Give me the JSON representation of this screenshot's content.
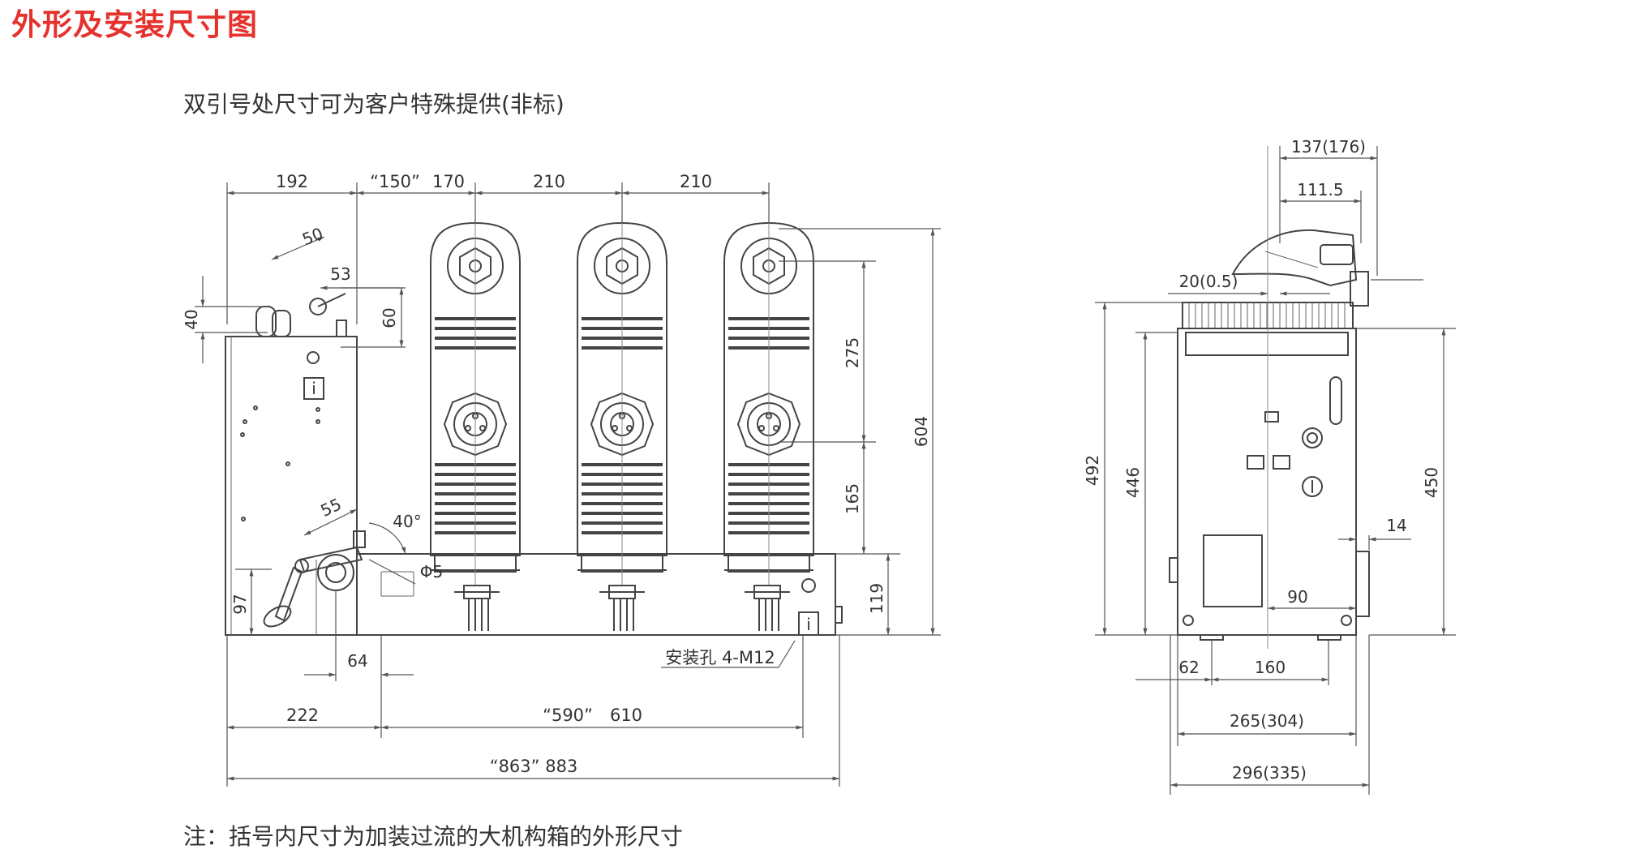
{
  "title": "外形及安装尺寸图",
  "subtitle": "双引号处尺寸可为客户特殊提供(非标)",
  "note": "注：括号内尺寸为加装过流的大机构箱的外形尺寸",
  "colors": {
    "title": "#e5322e",
    "line": "#444444"
  },
  "front_view": {
    "dims": {
      "d192": "192",
      "d150": "“150”",
      "d170": "170",
      "d210a": "210",
      "d210b": "210",
      "d50": "50",
      "d53": "53",
      "d40": "40",
      "d60": "60",
      "d275": "275",
      "d165": "165",
      "d604": "604",
      "d119": "119",
      "d55": "55",
      "d40deg": "40°",
      "phi5": "Φ5",
      "d97": "97",
      "d64": "64",
      "d222": "222",
      "d590": "“590”",
      "d610": "610",
      "d863": "“863” 883",
      "mounting_holes": "安装孔 4-M12"
    }
  },
  "side_view": {
    "dims": {
      "d137": "137(176)",
      "d111": "111.5",
      "d20": "20(0.5)",
      "d492": "492",
      "d446": "446",
      "d450": "450",
      "d14": "14",
      "d90": "90",
      "d62": "62",
      "d160": "160",
      "d265": "265(304)",
      "d296": "296(335)"
    }
  }
}
